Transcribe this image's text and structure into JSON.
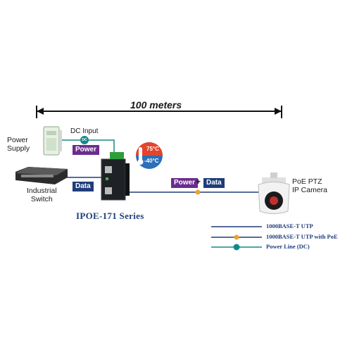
{
  "distance": {
    "label": "100 meters"
  },
  "devices": {
    "power_supply": "Power\nSupply",
    "industrial_switch": "Industrial\nSwitch",
    "ptz_camera": "PoE PTZ\nIP Camera",
    "product": "IPOE-171 Series"
  },
  "dc_input": {
    "label": "DC Input",
    "badge": "DC"
  },
  "tags": {
    "power": "Power",
    "data": "Data",
    "plus": "+"
  },
  "temperature": {
    "high": "75°C",
    "low": "-40°C"
  },
  "legend": [
    {
      "label": "1000BASE-T UTP",
      "marker": "none",
      "color": "#1f3d7a"
    },
    {
      "label": "1000BASE-T UTP with PoE",
      "marker": "orange-dot",
      "color": "#f0a030"
    },
    {
      "label": "Power Line (DC)",
      "marker": "teal-dc",
      "color": "#138a8a"
    }
  ],
  "colors": {
    "utp": "#1f3d7a",
    "poe": "#f0a030",
    "dc": "#138a8a",
    "power_tag": "#6b2c8e"
  }
}
